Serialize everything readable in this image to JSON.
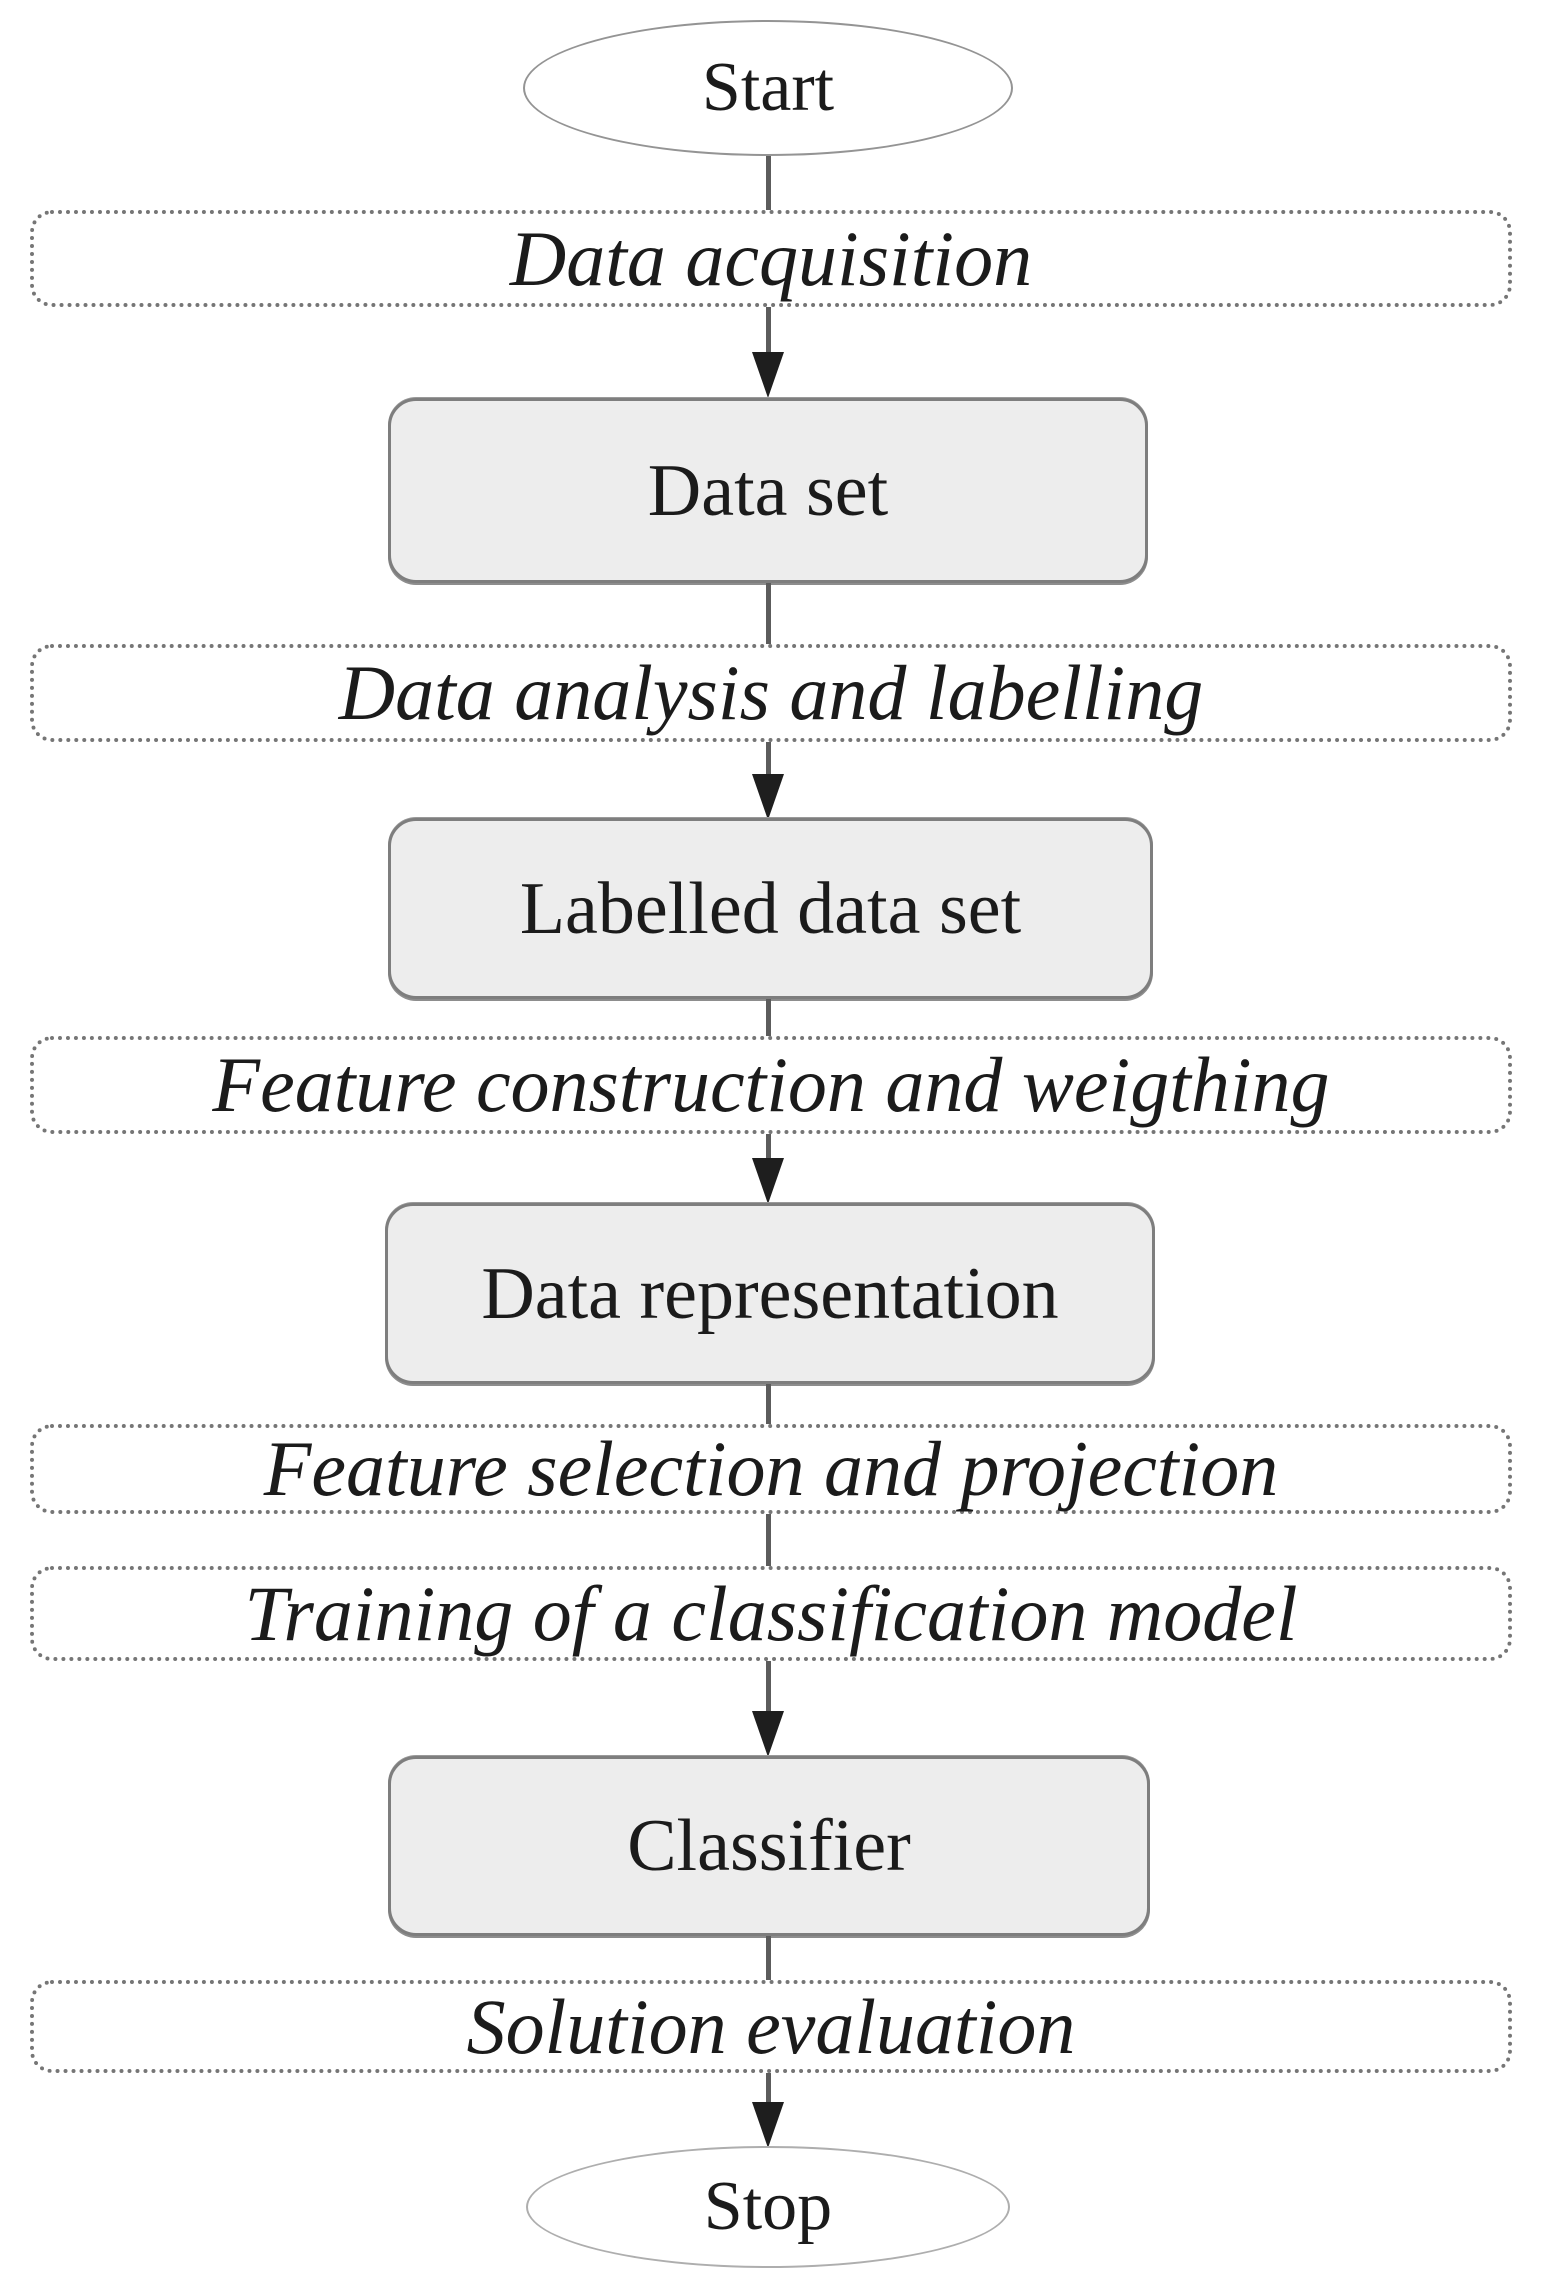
{
  "flow": {
    "description": "Flowchart of a supervised classification pipeline",
    "nodes": [
      {
        "id": "start",
        "type": "terminator",
        "label": "Start"
      },
      {
        "id": "data-acquisition",
        "type": "step",
        "label": "Data acquisition"
      },
      {
        "id": "data-set",
        "type": "artifact",
        "label": "Data set"
      },
      {
        "id": "data-analysis",
        "type": "step",
        "label": "Data analysis and labelling"
      },
      {
        "id": "labelled-data-set",
        "type": "artifact",
        "label": "Labelled data set"
      },
      {
        "id": "feature-construction",
        "type": "step",
        "label": "Feature construction and weigthing"
      },
      {
        "id": "data-representation",
        "type": "artifact",
        "label": "Data representation"
      },
      {
        "id": "feature-selection",
        "type": "step",
        "label": "Feature selection and projection"
      },
      {
        "id": "training",
        "type": "step",
        "label": "Training of a classification model"
      },
      {
        "id": "classifier",
        "type": "artifact",
        "label": "Classifier"
      },
      {
        "id": "solution-evaluation",
        "type": "step",
        "label": "Solution evaluation"
      },
      {
        "id": "stop",
        "type": "terminator",
        "label": "Stop"
      }
    ],
    "edges": [
      {
        "from": "start",
        "to": "data-acquisition",
        "arrowhead": false
      },
      {
        "from": "data-acquisition",
        "to": "data-set",
        "arrowhead": true
      },
      {
        "from": "data-set",
        "to": "data-analysis",
        "arrowhead": false
      },
      {
        "from": "data-analysis",
        "to": "labelled-data-set",
        "arrowhead": true
      },
      {
        "from": "labelled-data-set",
        "to": "feature-construction",
        "arrowhead": false
      },
      {
        "from": "feature-construction",
        "to": "data-representation",
        "arrowhead": true
      },
      {
        "from": "data-representation",
        "to": "feature-selection",
        "arrowhead": false
      },
      {
        "from": "feature-selection",
        "to": "training",
        "arrowhead": false
      },
      {
        "from": "training",
        "to": "classifier",
        "arrowhead": true
      },
      {
        "from": "classifier",
        "to": "solution-evaluation",
        "arrowhead": false
      },
      {
        "from": "solution-evaluation",
        "to": "stop",
        "arrowhead": true
      }
    ],
    "colors": {
      "background": "#FFFFFF",
      "artifact_fill": "#EDEDED",
      "artifact_border": "#7E7E7E",
      "step_border_dotted": "#767676",
      "terminator_border": "#949494",
      "connector_line": "#5C5C5C",
      "arrowhead": "#1E1E1E",
      "text": "#1B1B1B"
    }
  }
}
